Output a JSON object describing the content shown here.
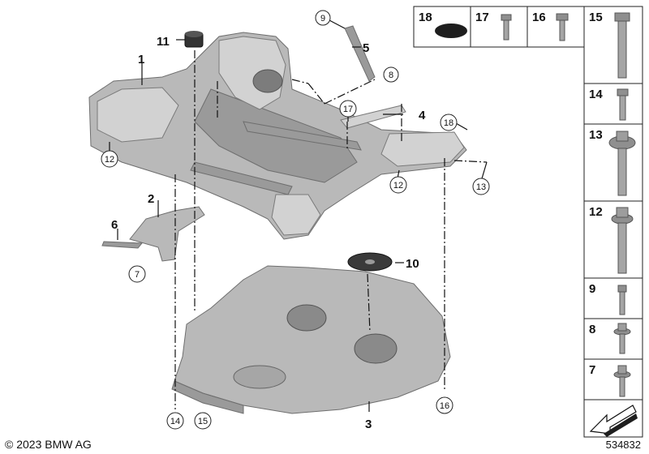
{
  "copyright": "© 2023 BMW AG",
  "diagram_id": "534832",
  "main_labels": {
    "p1": "1",
    "p2": "2",
    "p3": "3",
    "p4": "4",
    "p5": "5",
    "p6": "6",
    "p10": "10",
    "p11": "11"
  },
  "callouts": {
    "c9": "9",
    "c8": "8",
    "c17": "17",
    "c18": "18",
    "c12a": "12",
    "c12b": "12",
    "c13": "13",
    "c7": "7",
    "c14": "14",
    "c15": "15",
    "c16": "16"
  },
  "legend": {
    "top": [
      "18",
      "17",
      "16",
      "15"
    ],
    "side": [
      "14",
      "13",
      "12",
      "9",
      "8",
      "7"
    ]
  }
}
